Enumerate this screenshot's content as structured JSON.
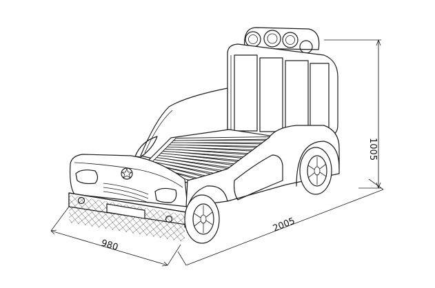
{
  "dimensions": {
    "width": "980",
    "length": "2005",
    "height": "1005"
  }
}
